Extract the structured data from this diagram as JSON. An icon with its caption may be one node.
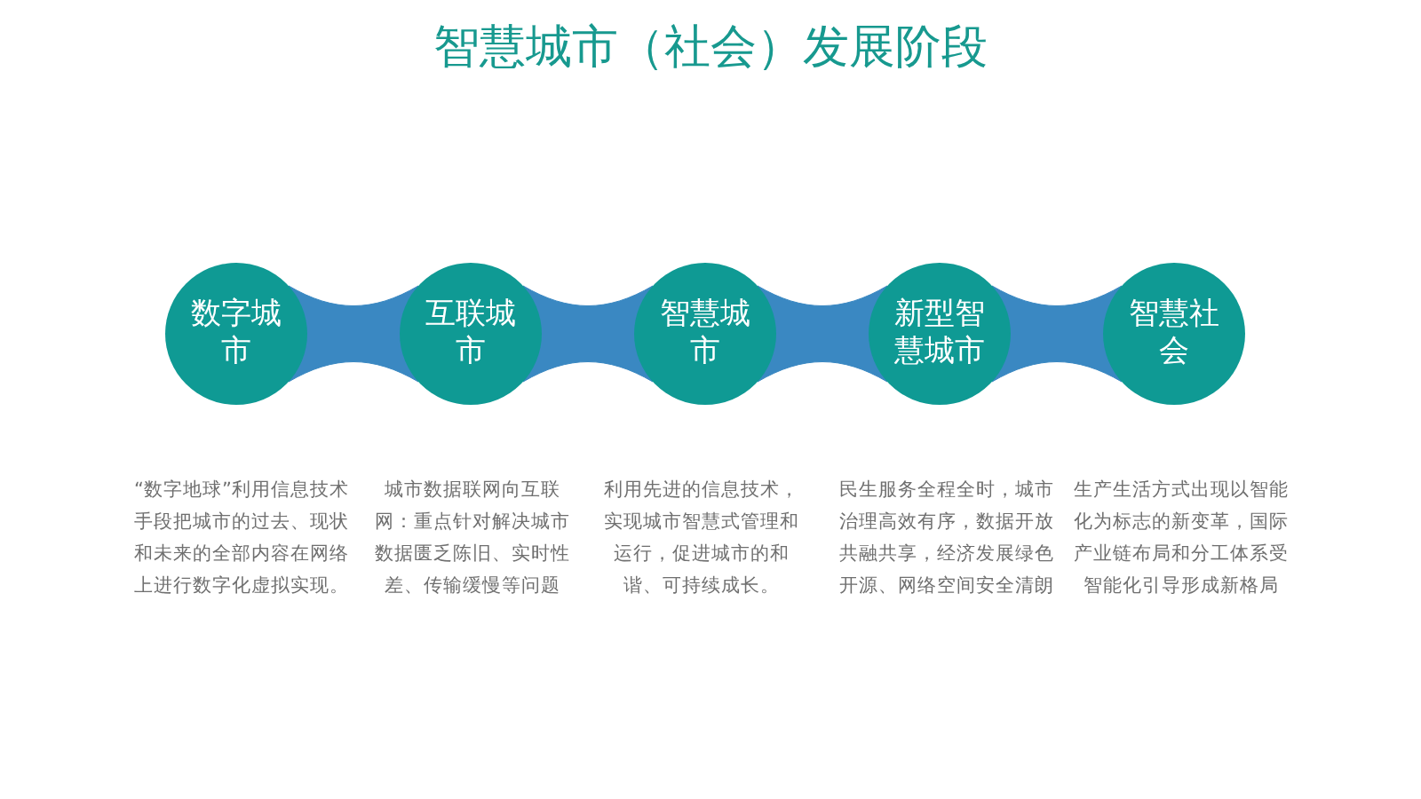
{
  "diagram": {
    "title": "智慧城市（社会）发展阶段",
    "nodes": [
      {
        "text": [
          "数字城市"
        ],
        "beside": [
          "“数字地球”利用信息技术手段把城市的过去、现状和未来的全部内容在网络上进行数字化虚拟实现。"
        ]
      },
      {
        "text": [
          "互联城市"
        ],
        "beside": [
          "城市数据联网向互联网：重点针对解决城市数据匮乏陈旧、实时性差、传输缓慢等问题"
        ]
      },
      {
        "text": [
          "智慧城市"
        ],
        "beside": [
          "利用先进的信息技术，实现城市智慧式管理和运行，促进城市的和谐、可持续成长。"
        ]
      },
      {
        "text": [
          "新型智慧城市"
        ],
        "beside": [
          "民生服务全程全时，城市治理高效有序，数据开放共融共享，经济发展绿色开源、网络空间安全清朗"
        ]
      },
      {
        "text": [
          "智慧社会"
        ],
        "beside": [
          "生产生活方式出现以智能化为标志的新变革，国际产业链布局和分工体系受智能化引导形成新格局"
        ]
      }
    ],
    "edges": [
      {
        "from": 0,
        "to": 1,
        "arrow": "none"
      },
      {
        "from": 1,
        "to": 2,
        "arrow": "none"
      },
      {
        "from": 2,
        "to": 3,
        "arrow": "none"
      },
      {
        "from": 3,
        "to": 4,
        "arrow": "none"
      }
    ]
  }
}
